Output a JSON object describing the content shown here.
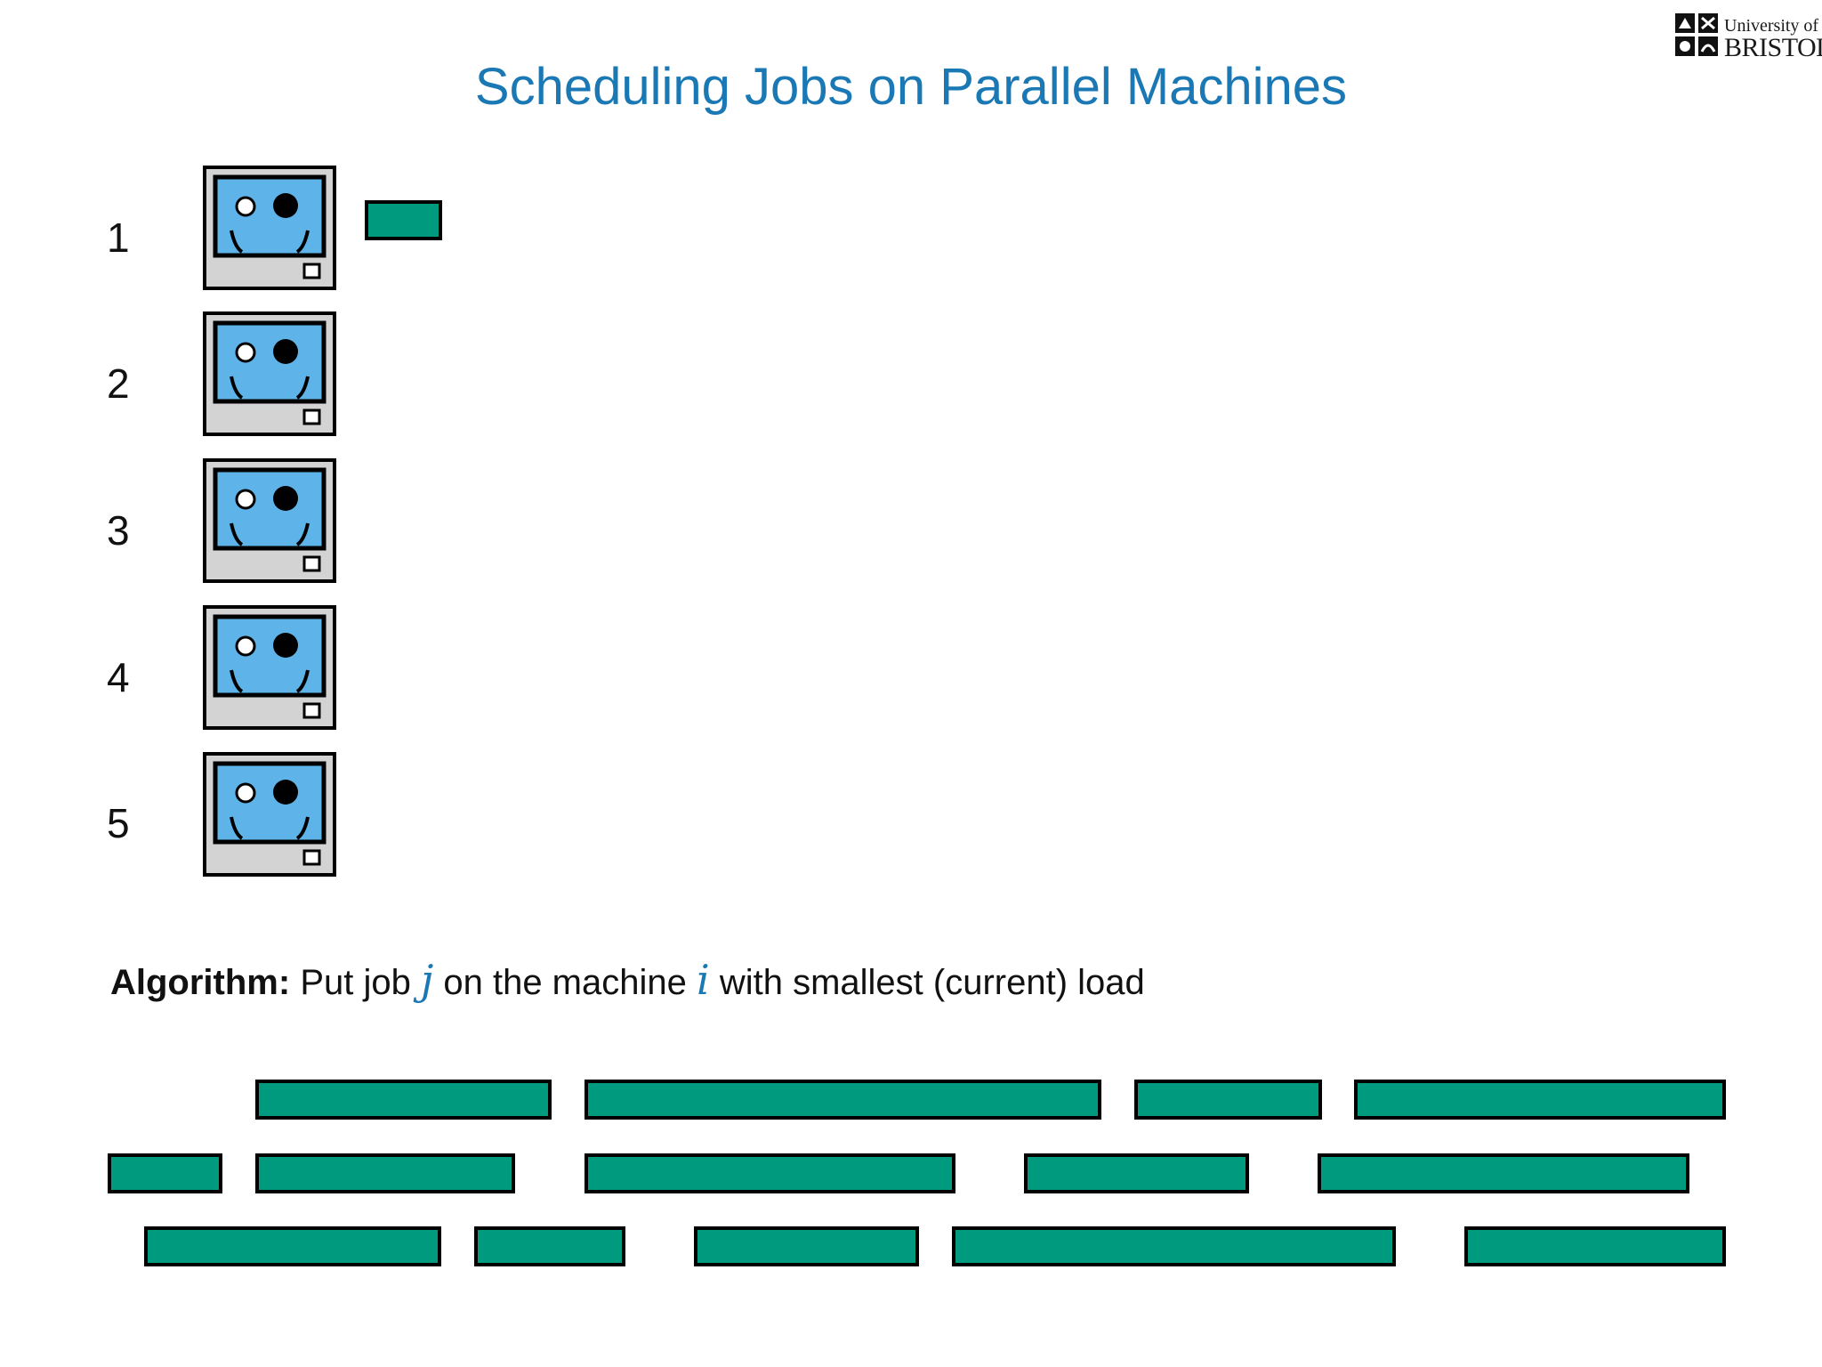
{
  "logo": {
    "line1": "University of",
    "line2": "BRISTOL"
  },
  "title": "Scheduling Jobs on Parallel Machines",
  "machines": [
    {
      "label": "1"
    },
    {
      "label": "2"
    },
    {
      "label": "3"
    },
    {
      "label": "4"
    },
    {
      "label": "5"
    }
  ],
  "algorithm": {
    "heading": "Algorithm:",
    "text1": "Put job",
    "var_j": "j",
    "text2": "on the machine",
    "var_i": "i",
    "text3": "with smallest (current) load"
  },
  "colors": {
    "title": "#1a78b4",
    "job": "#009b7f",
    "screen": "#5eb3e8",
    "case": "#d3d3d3"
  },
  "icons": [
    "computer-icon",
    "university-of-bristol-logo"
  ]
}
